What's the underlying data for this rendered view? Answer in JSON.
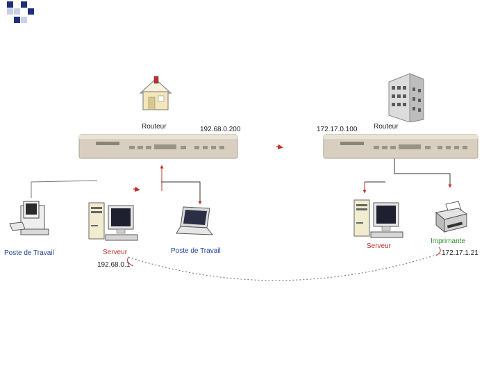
{
  "labels": {
    "router_left": "Routeur",
    "router_left_ip": "192.68.0.200",
    "router_right_ip": "172.17.0.100",
    "router_right": "Routeur",
    "workstation_left": "Poste de Travail",
    "server_left": "Serveur",
    "server_left_ip": "192.68.0.1",
    "laptop": "Poste de Travail",
    "server_right": "Serveur",
    "printer": "Imprimante",
    "printer_ip": "172.17.1.21"
  },
  "colors": {
    "accent": "#1f2f7a",
    "label_blue": "#1f3f9f",
    "label_red": "#c0302a",
    "label_green": "#2e8b2e",
    "router_body": "#d8cfc0"
  },
  "icons": {
    "house": "house-icon",
    "office_building": "office-building-icon",
    "router": "router-icon",
    "workstation": "workstation-icon",
    "server": "server-icon",
    "laptop": "laptop-icon",
    "printer": "printer-icon"
  }
}
